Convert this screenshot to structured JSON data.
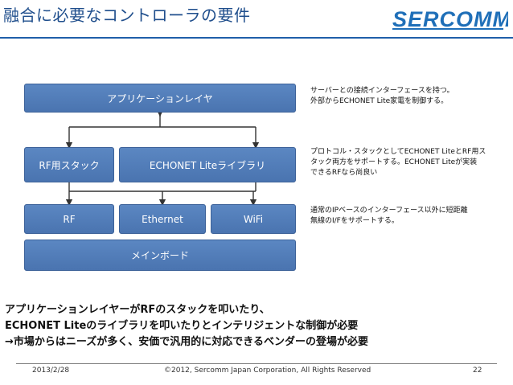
{
  "slide": {
    "title": "融合に必要なコントローラの要件",
    "logo_text": "SERCOMM"
  },
  "diagram": {
    "application_layer": "アプリケーションレイヤ",
    "rf_stack": "RF用スタック",
    "echonet_library": "ECHONET Liteライブラリ",
    "rf": "RF",
    "ethernet": "Ethernet",
    "wifi": "WiFi",
    "main_board": "メインボード"
  },
  "notes": [
    {
      "line1": "サーバーとの接続インターフェースを持つ。",
      "line2": "外部からECHONET Lite家電を制御する。",
      "line3": ""
    },
    {
      "line1": "プロトコル・スタックとしてECHONET LiteとRF用ス",
      "line2": "タック両方をサポートする。ECHONET Liteが実装",
      "line3": "できるRFなら尚良い"
    },
    {
      "line1": "通常のIPベースのインターフェース以外に短距離",
      "line2": "無線のI/Fをサポートする。",
      "line3": ""
    }
  ],
  "summary": {
    "line1": "アプリケーションレイヤーがRFのスタックを叩いたり、",
    "line2": "ECHONET Liteのライブラリを叩いたりとインテリジェントな制御が必要",
    "line3": "→市場からはニーズが多く、安価で汎用的に対応できるベンダーの登場が必要"
  },
  "footer": {
    "date": "2013/2/28",
    "copyright": "©2012, Sercomm Japan Corporation, All Rights Reserved",
    "page": "22"
  },
  "colors": {
    "title": "#1f4e8c",
    "box_fill": "#4f7cb8",
    "box_border": "#3d6299",
    "logo": "#1f6fb8"
  }
}
